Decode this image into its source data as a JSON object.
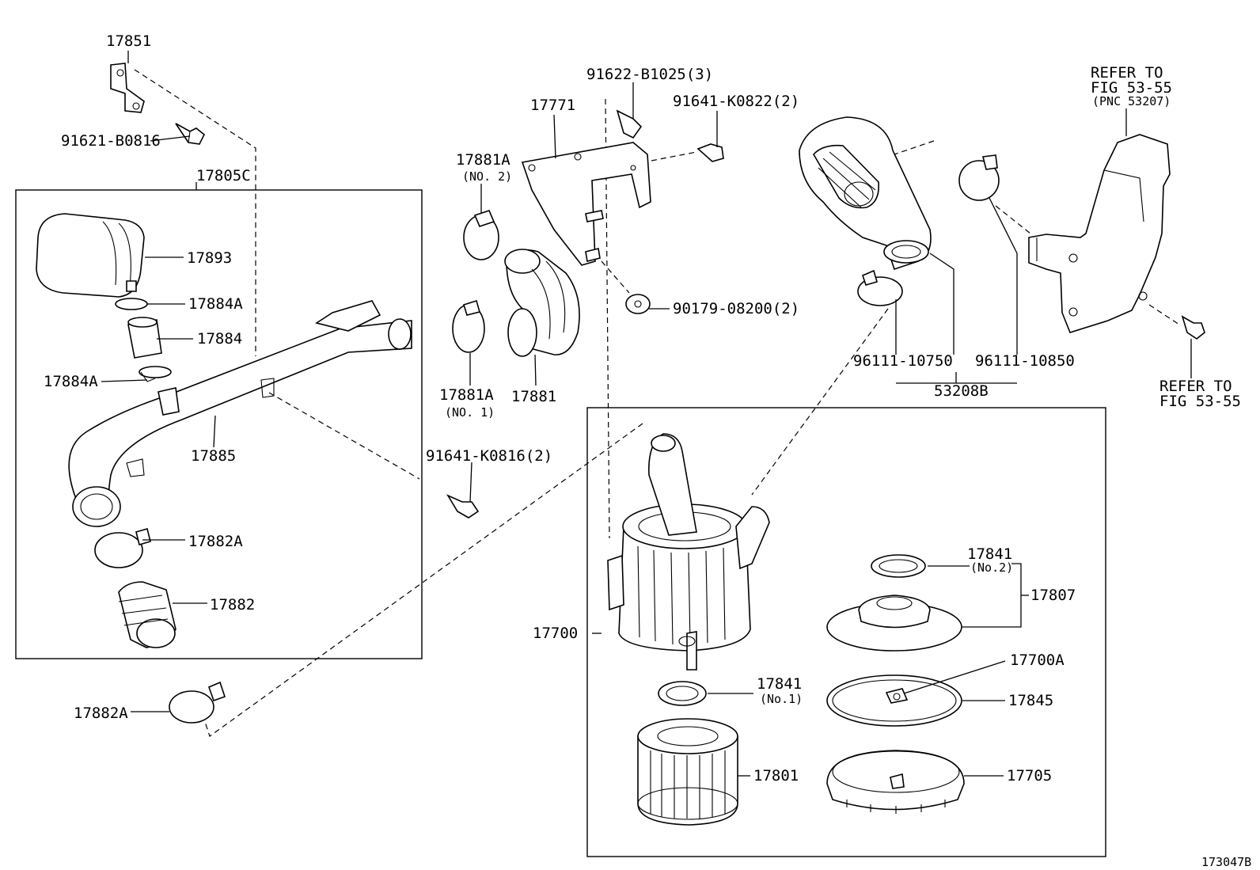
{
  "labels": {
    "p17851": "17851",
    "p91621": "91621-B0816",
    "p17805C": "17805C",
    "p17893": "17893",
    "p17884A_top": "17884A",
    "p17884": "17884",
    "p17884A_mid": "17884A",
    "p17885": "17885",
    "p17882A_in": "17882A",
    "p17882": "17882",
    "p17882A_out": "17882A",
    "p17771": "17771",
    "p91622": "91622-B1025(3)",
    "p91641_0822": "91641-K0822(2)",
    "p17881A_no2": "17881A",
    "no2_paren": "(NO. 2)",
    "p90179": "90179-08200(2)",
    "p17881A_no1": "17881A",
    "no1_paren": "(NO. 1)",
    "p17881": "17881",
    "p91641_0816": "91641-K0816(2)",
    "p96111_10750": "96111-10750",
    "p96111_10850": "96111-10850",
    "p53208B": "53208B",
    "refer_top_1": "REFER TO",
    "refer_top_2": "FIG 53-55",
    "refer_top_3": "(PNC 53207)",
    "refer_bot_1": "REFER TO",
    "refer_bot_2": "FIG 53-55",
    "p17841_top": "17841",
    "no2_small": "(No.2)",
    "p17807": "17807",
    "p17700": "17700",
    "p17700A": "17700A",
    "p17841_bot": "17841",
    "no1_small": "(No.1)",
    "p17845": "17845",
    "p17801": "17801",
    "p17705": "17705",
    "figure_id": "173047B"
  }
}
